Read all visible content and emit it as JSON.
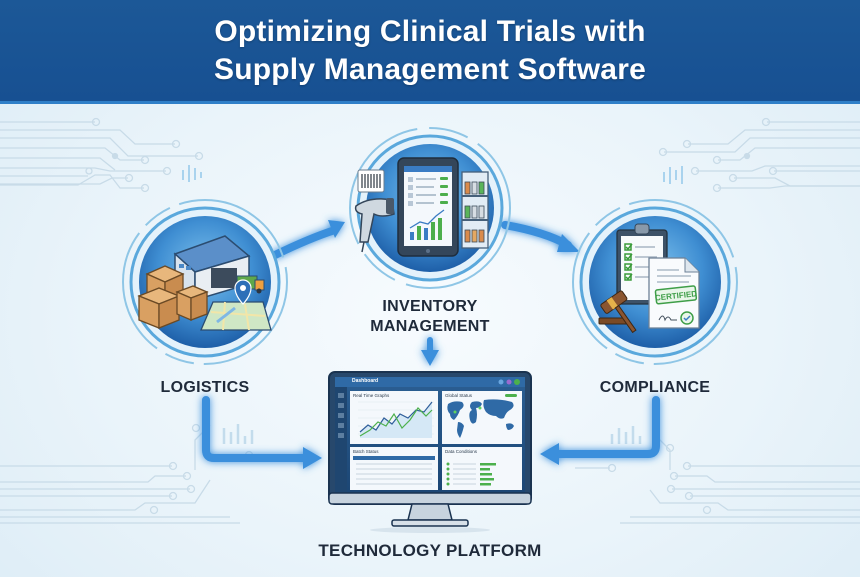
{
  "header": {
    "title_line1": "Optimizing Clinical Trials with",
    "title_line2": "Supply Management Software",
    "background_color": "#1c5897",
    "text_color": "#ffffff"
  },
  "nodes": {
    "logistics": {
      "label": "LOGISTICS",
      "icon": "warehouse-boxes-truck-map-icon"
    },
    "inventory": {
      "label_line1": "INVENTORY",
      "label_line2": "MANAGEMENT",
      "icon": "tablet-barcode-scanner-shelves-icon"
    },
    "compliance": {
      "label": "COMPLIANCE",
      "icon": "clipboard-gavel-certificate-icon",
      "stamp_text": "CERTIFIED"
    },
    "platform": {
      "label": "TECHNOLOGY PLATFORM",
      "icon": "monitor-dashboard-icon",
      "dashboard": {
        "title": "Dashboard",
        "panel_graph_title": "Real Time Graphs",
        "panel_map_title": "Global Status",
        "panel_table_title": "Batch Status",
        "panel_conditions_title": "Data Conditions"
      }
    }
  },
  "flow": [
    {
      "from": "LOGISTICS",
      "to": "INVENTORY MANAGEMENT"
    },
    {
      "from": "INVENTORY MANAGEMENT",
      "to": "COMPLIANCE"
    },
    {
      "from": "INVENTORY MANAGEMENT",
      "to": "TECHNOLOGY PLATFORM"
    },
    {
      "from": "LOGISTICS",
      "to": "TECHNOLOGY PLATFORM"
    },
    {
      "from": "COMPLIANCE",
      "to": "TECHNOLOGY PLATFORM"
    }
  ],
  "colors": {
    "circle_outer": "#2a72c0",
    "circle_inner": "#5aa8dc",
    "arrow": "#2f86d8",
    "arrow_glow": "#8fd0f5",
    "circuit_lines": "#c8dbe8",
    "label_text": "#1f2a3a"
  }
}
